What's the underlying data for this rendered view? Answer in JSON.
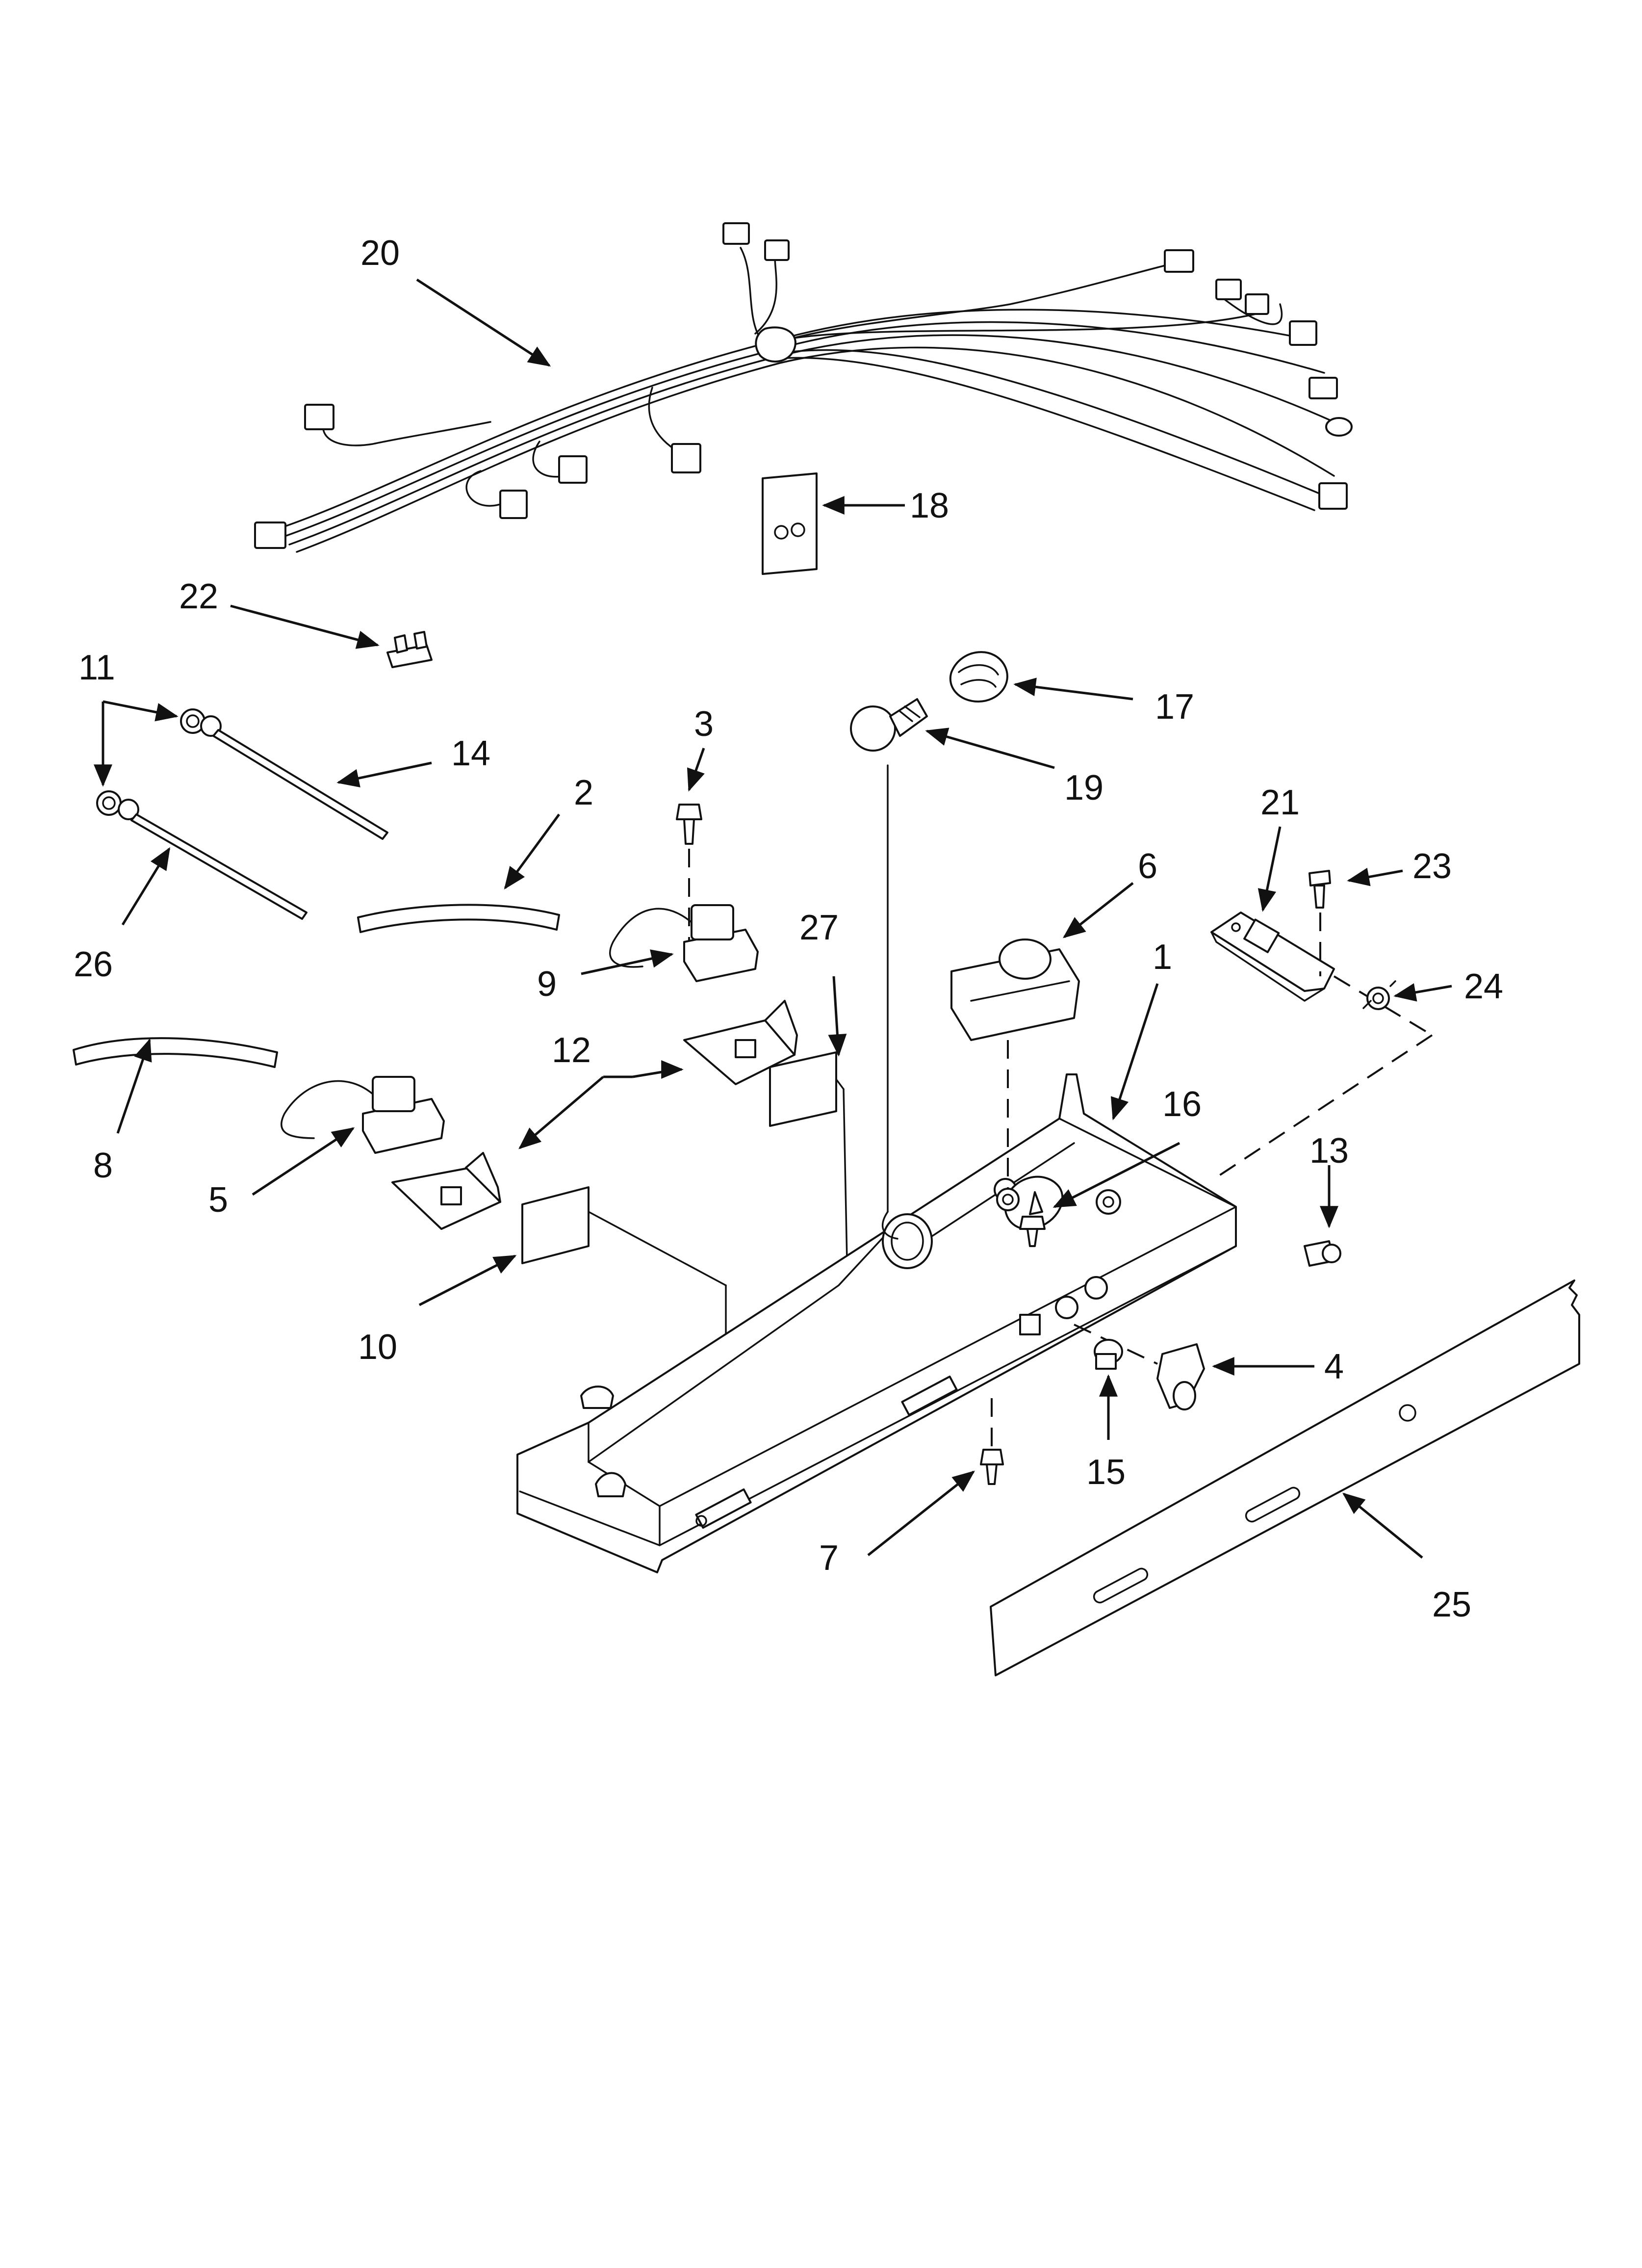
{
  "diagram": {
    "callouts": [
      "1",
      "2",
      "3",
      "4",
      "5",
      "6",
      "7",
      "8",
      "9",
      "10",
      "11",
      "12",
      "13",
      "14",
      "15",
      "16",
      "17",
      "18",
      "19",
      "20",
      "21",
      "22",
      "23",
      "24",
      "25",
      "26",
      "27"
    ]
  }
}
